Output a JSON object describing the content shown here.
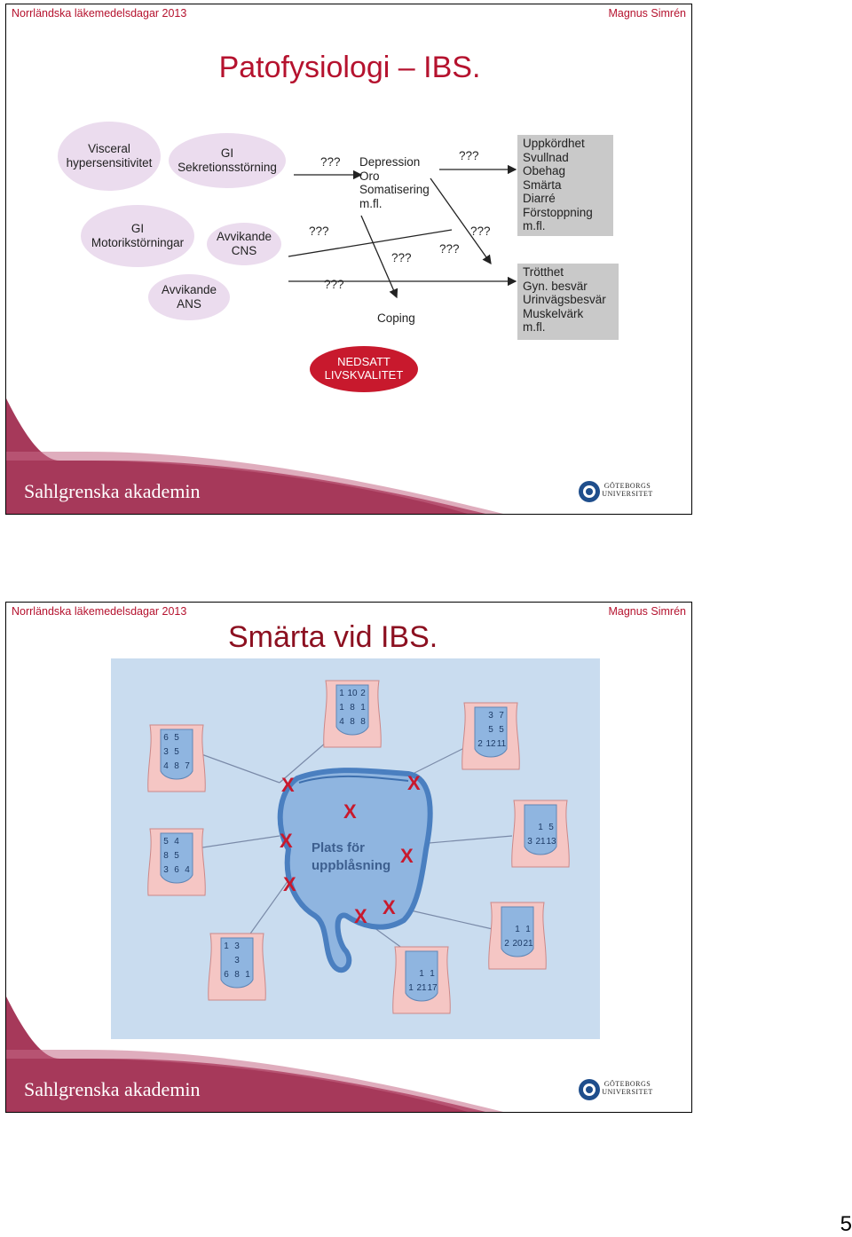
{
  "header": {
    "left": "Norrländska läkemedelsdagar 2013",
    "right": "Magnus Simrén"
  },
  "slide1": {
    "title": "Patofysiologi – IBS.",
    "ovals": {
      "visceral": "Visceral\nhypersensitivitet",
      "gi_sekretion": "GI\nSekretionsstörning",
      "gi_motorik": "GI\nMotorikstörningar",
      "avvikande_cns": "Avvikande\nCNS",
      "avvikande_ans": "Avvikande\nANS"
    },
    "question_marks": [
      "???",
      "???",
      "???",
      "???",
      "???",
      "???",
      "???"
    ],
    "psych": "Depression\nOro\nSomatisering\nm.fl.",
    "coping": "Coping",
    "gi_symptoms": [
      "Uppkördhet",
      "Svullnad",
      "Obehag",
      "Smärta",
      "Diarré",
      "Förstoppning",
      "m.fl."
    ],
    "other_symptoms": [
      "Trötthet",
      "Gyn. besvär",
      "Urinvägsbesvär",
      "Muskelvärk",
      "m.fl."
    ],
    "outcome": "NEDSATT\nLIVSKVALITET"
  },
  "slide2": {
    "title": "Smärta vid IBS.",
    "colon_label": [
      "Plats för",
      "uppblåsning"
    ],
    "marker": "X",
    "torso_grids": [
      [
        "1",
        "10",
        "2",
        "1",
        "8",
        "1",
        "4",
        "8",
        "8"
      ],
      [
        "6",
        "5",
        "",
        "3",
        "5",
        "",
        "4",
        "8",
        "7"
      ],
      [
        "",
        "3",
        "7",
        "",
        "5",
        "5",
        "2",
        "12",
        "11"
      ],
      [
        "5",
        "4",
        "",
        "8",
        "5",
        "",
        "3",
        "6",
        "4"
      ],
      [
        "",
        "",
        "",
        "",
        "1",
        "5",
        "3",
        "21",
        "13"
      ],
      [
        "1",
        "3",
        "",
        "",
        "3",
        "",
        "6",
        "8",
        "1"
      ],
      [
        "",
        "",
        "",
        "",
        "1",
        "1",
        "1",
        "21",
        "17"
      ],
      [
        "",
        "",
        "",
        "",
        "1",
        "1",
        "2",
        "20",
        "21"
      ]
    ]
  },
  "footer": {
    "left": "Sahlgrenska akademin",
    "right": "GÖTEBORGS UNIVERSITET"
  },
  "page_number": "5",
  "colors": {
    "accent_red": "#b5122e",
    "oval_fill": "#ebdcee",
    "grey_box": "#c9c9c9",
    "footer_band": "#a6395a",
    "panel_blue": "#c9dcef"
  }
}
